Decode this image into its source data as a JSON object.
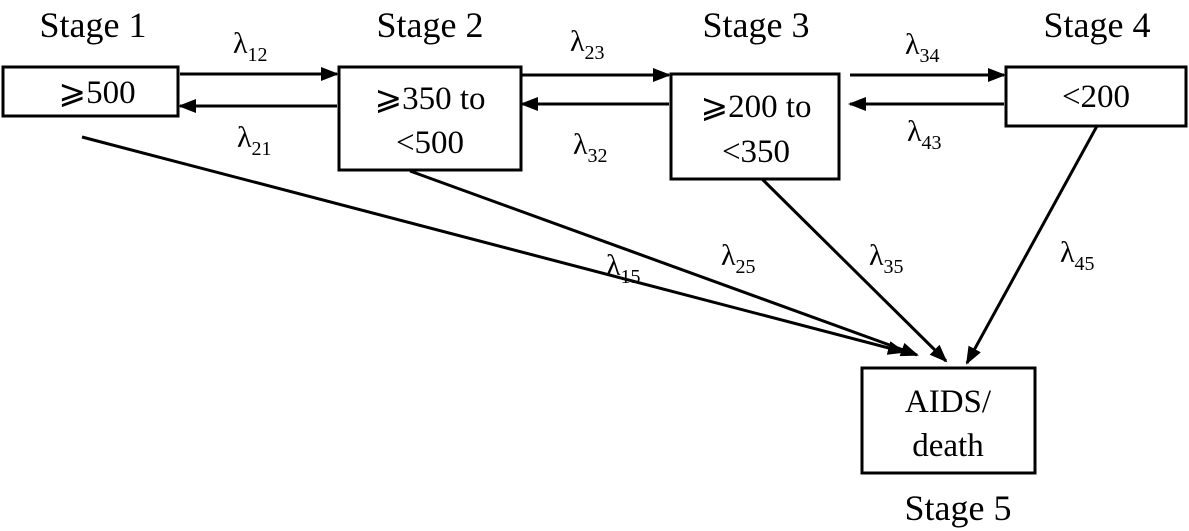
{
  "stages": {
    "s1": {
      "title": "Stage 1",
      "range": [
        "⩾500"
      ]
    },
    "s2": {
      "title": "Stage 2",
      "range": [
        "⩾350 to",
        "<500"
      ]
    },
    "s3": {
      "title": "Stage 3",
      "range": [
        "⩾200 to",
        "<350"
      ]
    },
    "s4": {
      "title": "Stage 4",
      "range": [
        "<200"
      ]
    },
    "s5": {
      "title": "Stage 5",
      "range": [
        "AIDS/",
        "death"
      ]
    }
  },
  "transitions": {
    "r12": {
      "symbol": "λ",
      "sub": "12"
    },
    "r21": {
      "symbol": "λ",
      "sub": "21"
    },
    "r23": {
      "symbol": "λ",
      "sub": "23"
    },
    "r32": {
      "symbol": "λ",
      "sub": "32"
    },
    "r34": {
      "symbol": "λ",
      "sub": "34"
    },
    "r43": {
      "symbol": "λ",
      "sub": "43"
    },
    "r15": {
      "symbol": "λ",
      "sub": "15"
    },
    "r25": {
      "symbol": "λ",
      "sub": "25"
    },
    "r35": {
      "symbol": "λ",
      "sub": "35"
    },
    "r45": {
      "symbol": "λ",
      "sub": "45"
    }
  }
}
